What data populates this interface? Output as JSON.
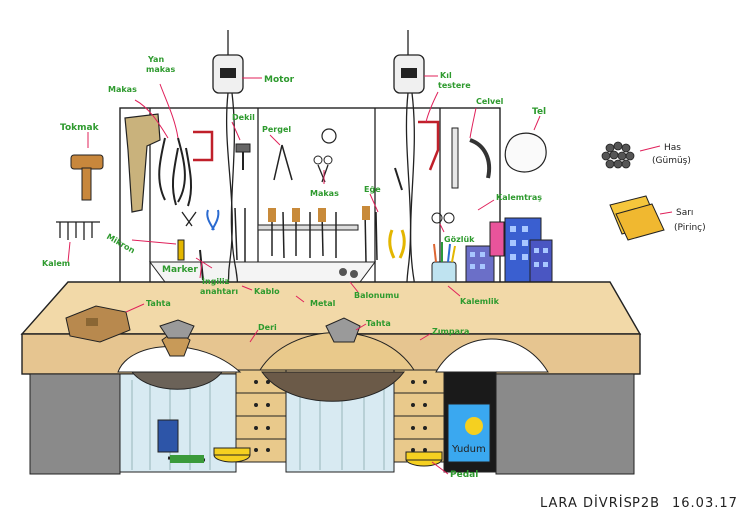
{
  "labels": {
    "yan_makas_1": "Yan",
    "yan_makas_2": "makas",
    "makas_top": "Makas",
    "tokmak": "Tokmak",
    "motor": "Motor",
    "kil_testere_1": "Kıl",
    "kil_testere_2": "testere",
    "celvel": "Celvel",
    "tel": "Tel",
    "dekil": "Dekil",
    "pergel": "Pergel",
    "makas_mid": "Makas",
    "ege": "Eğe",
    "kalemtras": "Kalemtraş",
    "gozluk": "Gözlük",
    "mikron": "Mikron",
    "kalem": "Kalem",
    "marker": "Marker",
    "ingiliz_1": "İngiliz",
    "ingiliz_2": "anahtarı",
    "kablo": "Kablo",
    "metal": "Metal",
    "balonumu": "Balonumu",
    "kalemlik": "Kalemlik",
    "tahta_left": "Tahta",
    "deri": "Deri",
    "tahta_mid": "Tahta",
    "zimpara": "Zımpara",
    "yudum": "Yudum",
    "pedal": "Pedal"
  },
  "legend": {
    "has": "Has",
    "gumus": "(Gümüş)",
    "sari": "Sarı",
    "pirinc": "(Pirinç)"
  },
  "signature": {
    "name": "LARA DİVRİS",
    "group": "P2B",
    "date": "16.03.17"
  },
  "colors": {
    "label_green": "#2e9a2e",
    "arrow_pink": "#e0205a",
    "table_top": "#f2d9a8",
    "table_front": "#e6c590",
    "drawer": "#e9c98b",
    "curtain": "#d8eaf2",
    "gold_sheet": "#f5c63c",
    "grey_panel": "#8a8a8a"
  }
}
